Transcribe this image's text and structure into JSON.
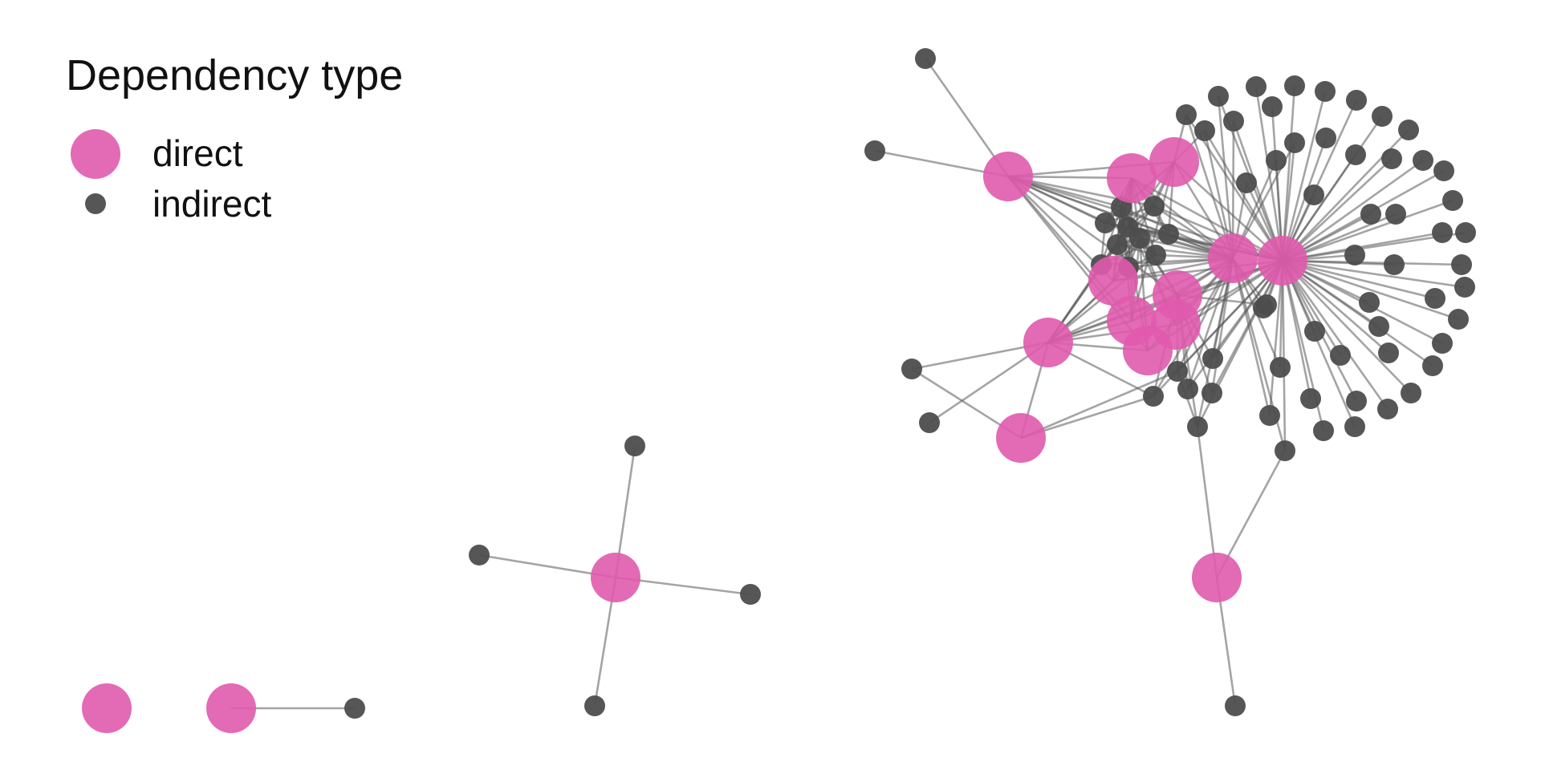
{
  "legend": {
    "title": "Dependency type",
    "items": [
      {
        "key": "direct",
        "label": "direct",
        "color": "#e05aad"
      },
      {
        "key": "indirect",
        "label": "indirect",
        "color": "#4d4d4d"
      }
    ]
  },
  "colors": {
    "direct": "#e05aad",
    "indirect": "#4d4d4d",
    "edge": "#5a5a5a",
    "background": "#ffffff"
  }
}
